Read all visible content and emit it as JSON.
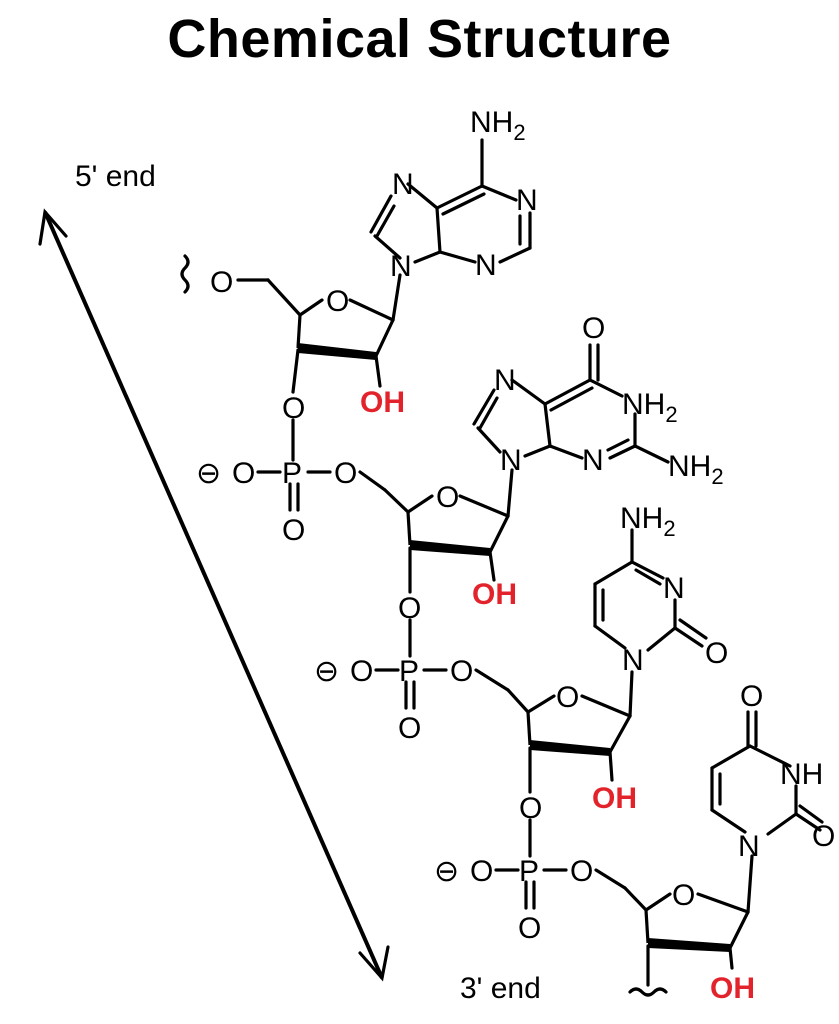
{
  "title": "Chemical Structure",
  "colors": {
    "hydroxyl": "#e3232c",
    "ink": "#000000"
  },
  "direction_labels": {
    "top": "5' end",
    "bottom": "3' end"
  },
  "bases": [
    {
      "name": "Adenine",
      "labels": {
        "amine": "NH2",
        "n1": "N",
        "n3": "N",
        "n7": "N",
        "n9": "N"
      }
    },
    {
      "name": "Guanine",
      "labels": {
        "carbonyl": "O",
        "n1h": "NH2",
        "amine": "NH2",
        "n3": "N",
        "n7": "N",
        "n9": "N"
      }
    },
    {
      "name": "Cytosine",
      "labels": {
        "amine": "NH2",
        "n3": "N",
        "carbonyl": "O",
        "n1": "N"
      }
    },
    {
      "name": "Uracil",
      "labels": {
        "carbonyl4": "O",
        "n3h": "NH",
        "carbonyl2": "O",
        "n1": "N"
      }
    }
  ],
  "nucleotides": [
    {
      "ring_o": "O",
      "c5_o": "O",
      "c3_o": "O",
      "hydroxyl": "OH"
    },
    {
      "ring_o": "O",
      "c3_o": "O",
      "hydroxyl": "OH"
    },
    {
      "ring_o": "O",
      "c3_o": "O",
      "hydroxyl": "OH"
    },
    {
      "ring_o": "O",
      "hydroxyl": "OH"
    }
  ],
  "phosphates": [
    {
      "charge": "⊖",
      "o_minus": "O",
      "p": "P",
      "o_double": "O",
      "o_ester": "O"
    },
    {
      "charge": "⊖",
      "o_minus": "O",
      "p": "P",
      "o_double": "O",
      "o_ester": "O"
    },
    {
      "charge": "⊖",
      "o_minus": "O",
      "p": "P",
      "o_double": "O",
      "o_ester": "O"
    }
  ]
}
